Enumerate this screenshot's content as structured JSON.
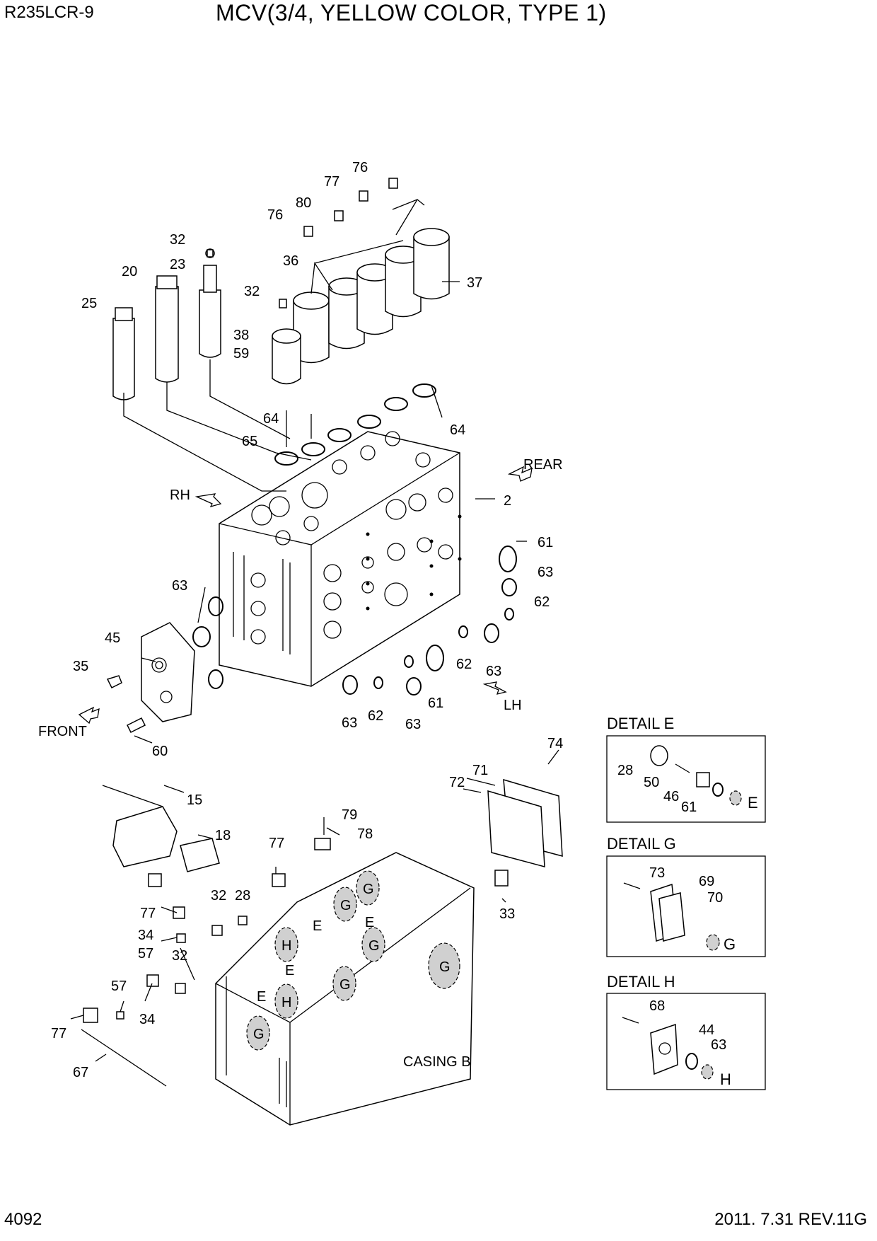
{
  "header": {
    "model": "R235LCR-9",
    "title": "MCV(3/4, YELLOW COLOR, TYPE 1)"
  },
  "footer": {
    "page_number": "4092",
    "revision": "2011. 7.31 REV.11G"
  },
  "directions": {
    "rear": "REAR",
    "rh": "RH",
    "lh": "LH",
    "front": "FRONT"
  },
  "casing_label": "CASING B",
  "details": {
    "e": {
      "title": "DETAIL  E",
      "letter": "E",
      "callouts": [
        "28",
        "50",
        "46",
        "61"
      ]
    },
    "g": {
      "title": "DETAIL  G",
      "letter": "G",
      "callouts": [
        "73",
        "69",
        "70"
      ]
    },
    "h": {
      "title": "DETAIL  H",
      "letter": "H",
      "callouts": [
        "68",
        "44",
        "63"
      ]
    }
  },
  "marker_letters": [
    "E",
    "G",
    "H"
  ],
  "callouts": {
    "upper": [
      "76",
      "77",
      "80",
      "76",
      "36",
      "32",
      "23",
      "20",
      "25",
      "32",
      "38",
      "59",
      "37",
      "64",
      "65",
      "64",
      "2",
      "61",
      "63",
      "62",
      "63",
      "45",
      "35",
      "62",
      "63",
      "61",
      "63",
      "62",
      "63",
      "60"
    ],
    "lower": [
      "74",
      "71",
      "72",
      "15",
      "79",
      "18",
      "78",
      "77",
      "77",
      "32",
      "28",
      "33",
      "34",
      "57",
      "32",
      "57",
      "34",
      "77",
      "67"
    ]
  }
}
